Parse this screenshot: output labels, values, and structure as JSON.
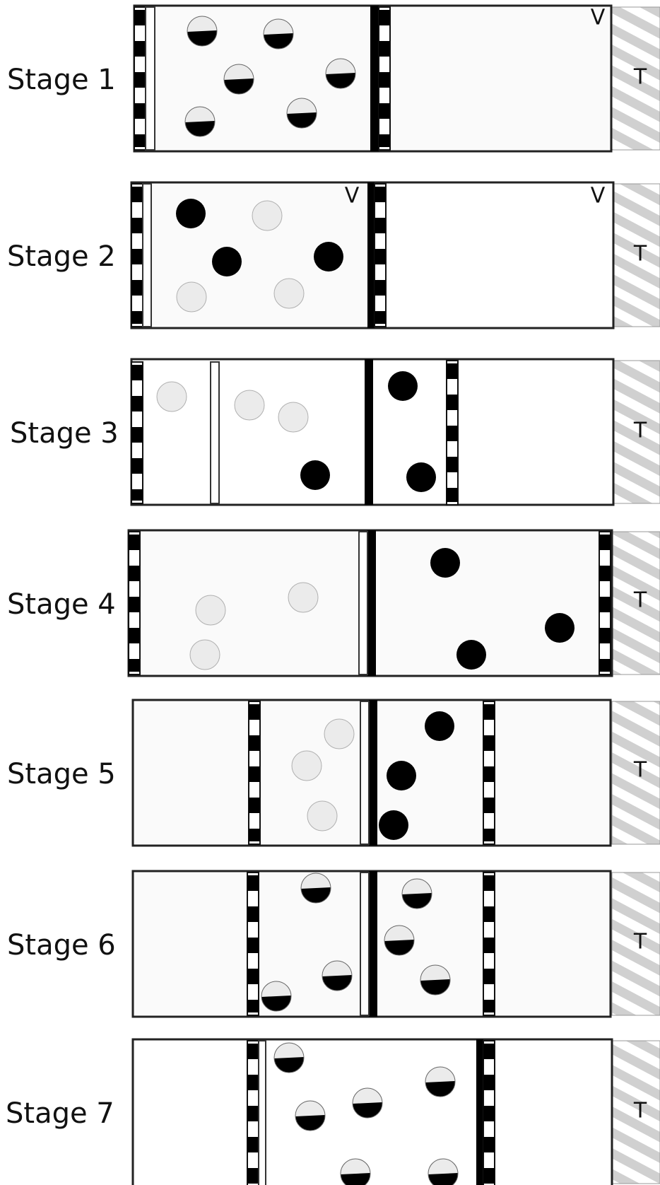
{
  "labels": {
    "volume": "V",
    "temperature": "T"
  },
  "colors": {
    "chamber_fill": "#fafafa",
    "chamber_fill_white": "#ffffff",
    "light_particle": "#ebebeb",
    "dark_particle": "#000000",
    "reservoir_hatch": "#d0d0d0",
    "outline": "#222222"
  },
  "legend_particle_kinds": [
    "half",
    "light",
    "dark"
  ],
  "stages": [
    {
      "label": "Stage 1",
      "marks": [
        "V",
        "T"
      ],
      "particles": [
        "half",
        "half",
        "half",
        "half",
        "half",
        "half"
      ]
    },
    {
      "label": "Stage 2",
      "marks": [
        "V",
        "V",
        "T"
      ],
      "particles": [
        "dark",
        "light",
        "dark",
        "dark",
        "light",
        "light"
      ]
    },
    {
      "label": "Stage 3",
      "marks": [
        "T"
      ],
      "particles": [
        "light",
        "light",
        "dark",
        "light",
        "dark",
        "dark"
      ]
    },
    {
      "label": "Stage 4",
      "marks": [
        "T"
      ],
      "particles": [
        "light",
        "light",
        "light",
        "dark",
        "dark",
        "dark"
      ]
    },
    {
      "label": "Stage 5",
      "marks": [
        "T"
      ],
      "particles": [
        "light",
        "light",
        "light",
        "dark",
        "dark",
        "dark"
      ]
    },
    {
      "label": "Stage 6",
      "marks": [
        "T"
      ],
      "particles": [
        "half",
        "half",
        "half",
        "half",
        "half",
        "half"
      ]
    },
    {
      "label": "Stage 7",
      "marks": [
        "T"
      ],
      "particles": [
        "half",
        "half",
        "half",
        "half",
        "half",
        "half"
      ]
    }
  ]
}
